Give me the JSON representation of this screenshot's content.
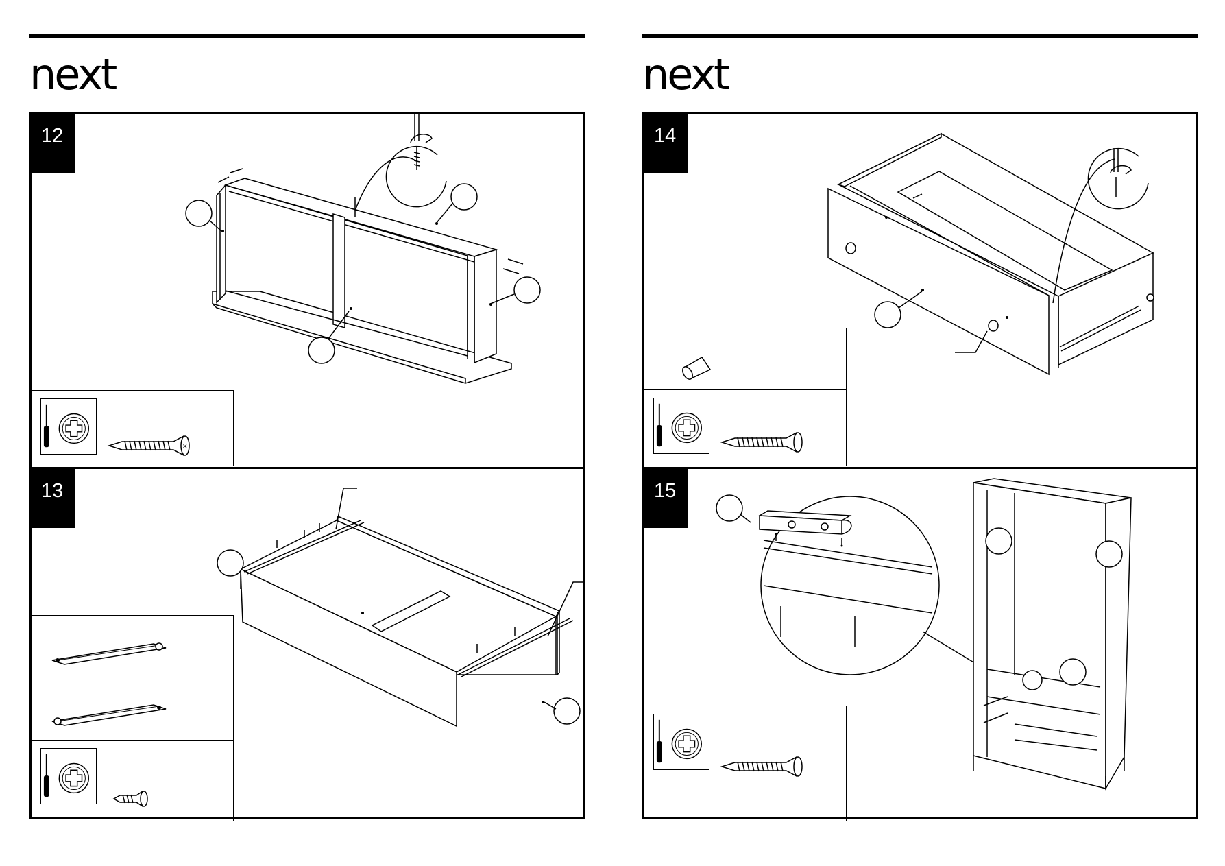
{
  "pages": [
    {
      "logo": "next",
      "steps": [
        {
          "number": "12"
        },
        {
          "number": "13"
        }
      ]
    },
    {
      "logo": "next",
      "steps": [
        {
          "number": "14"
        },
        {
          "number": "15"
        }
      ]
    }
  ],
  "icons": {
    "screwdriver": "screwdriver-icon",
    "phillips_head": "phillips-head-icon",
    "screw": "screw-icon",
    "knob": "knob-icon",
    "drawer_runner": "drawer-runner-icon"
  },
  "colors": {
    "ink": "#000000",
    "paper": "#ffffff"
  }
}
